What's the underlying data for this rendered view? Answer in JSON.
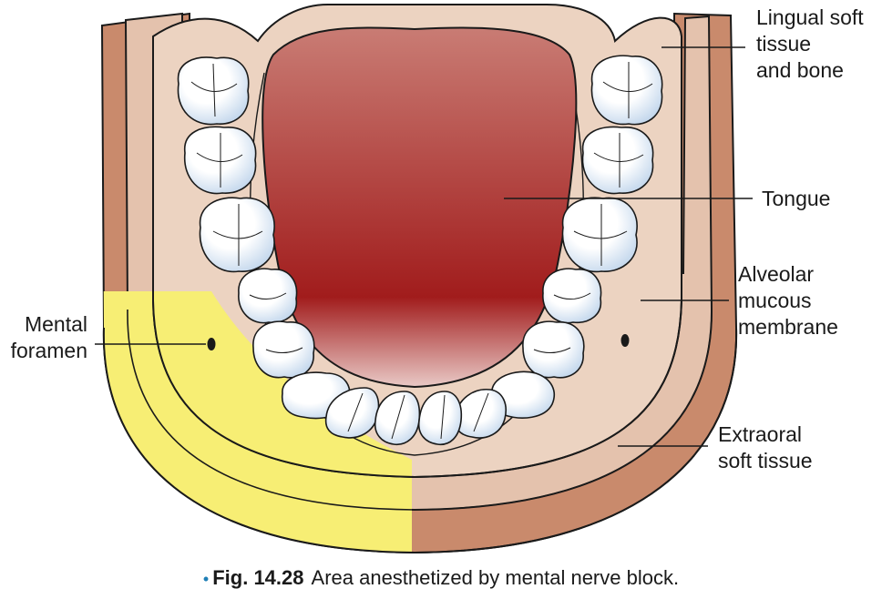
{
  "labels": {
    "lingual": [
      "Lingual soft",
      "tissue",
      "and bone"
    ],
    "tongue": "Tongue",
    "alveolar": [
      "Alveolar",
      "mucous",
      "membrane"
    ],
    "mental_foramen": [
      "Mental",
      "foramen"
    ],
    "extraoral": [
      "Extraoral",
      "soft tissue"
    ]
  },
  "caption": {
    "bullet": "•",
    "figure_number": "Fig. 14.28",
    "text": "Area anesthetized by mental nerve block."
  },
  "colors": {
    "extraoral": "#c98a6c",
    "alveolar": "#e4c2ad",
    "lingual": "#ecd3c1",
    "anesthetized_area": "#f7ee74",
    "tongue_top": "#c97c74",
    "tongue_bottom": "#a11c1c",
    "tooth_fill": "#ffffff",
    "tooth_shade": "#bcd2ea",
    "outline": "#1a1a1a"
  }
}
